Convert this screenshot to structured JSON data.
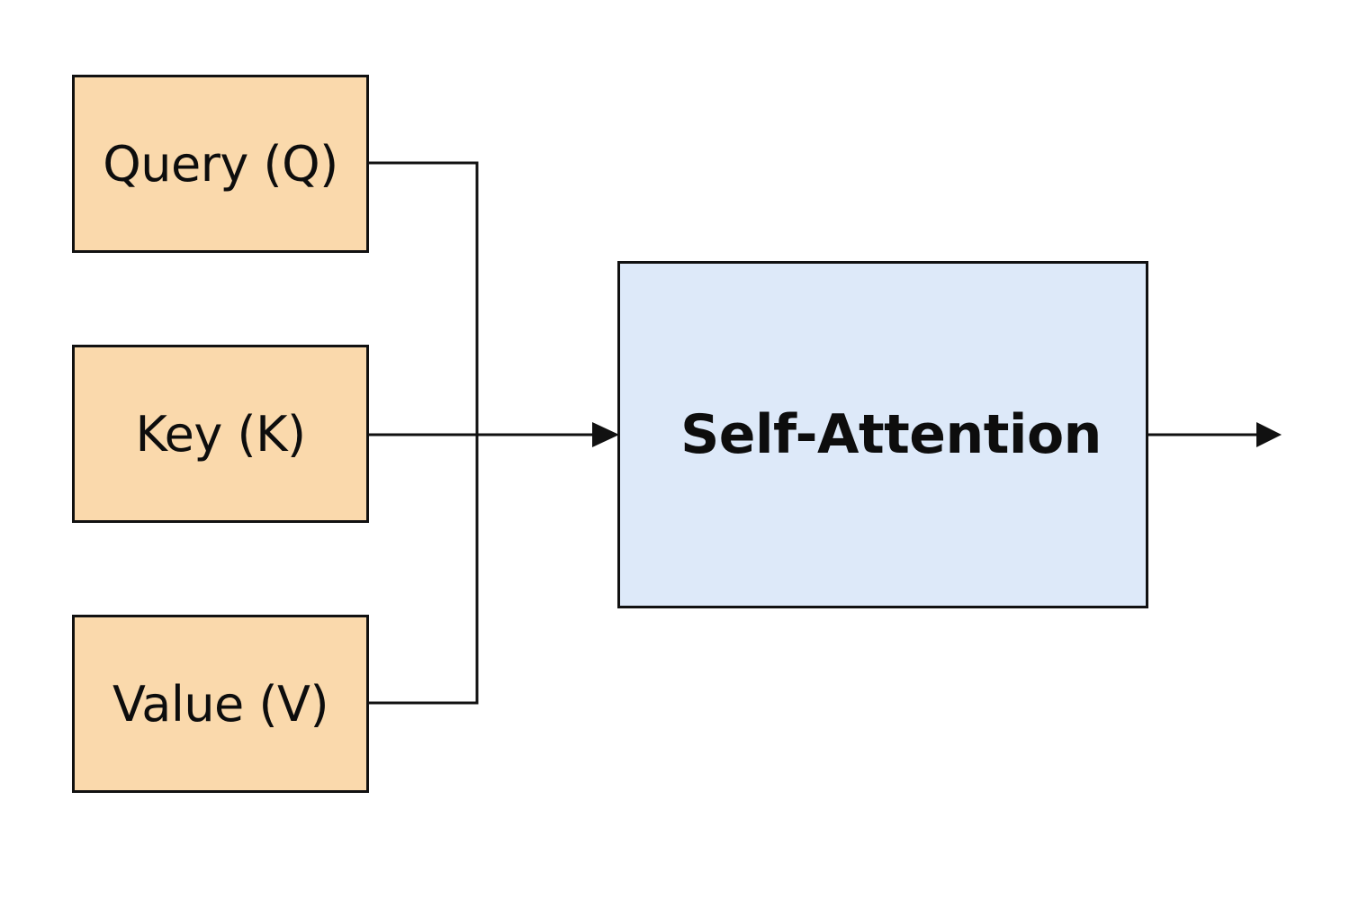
{
  "inputs": {
    "query_label": "Query (Q)",
    "key_label": "Key (K)",
    "value_label": "Value (V)"
  },
  "block": {
    "label": "Self-Attention"
  },
  "colors": {
    "input_fill": "#FAD9AC",
    "block_fill": "#DDE9F9",
    "stroke": "#111111"
  }
}
